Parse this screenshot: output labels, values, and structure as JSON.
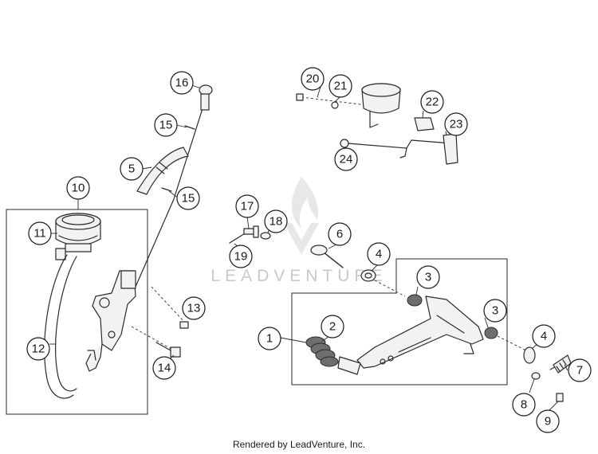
{
  "watermark": {
    "text": "LEADVENTURE"
  },
  "footer": {
    "text": "Rendered by LeadVenture, Inc."
  },
  "callouts": [
    "1",
    "2",
    "3",
    "3",
    "4",
    "4",
    "5",
    "6",
    "7",
    "8",
    "9",
    "10",
    "11",
    "12",
    "13",
    "14",
    "15",
    "15",
    "16",
    "17",
    "18",
    "19",
    "20",
    "21",
    "22",
    "23",
    "24"
  ]
}
